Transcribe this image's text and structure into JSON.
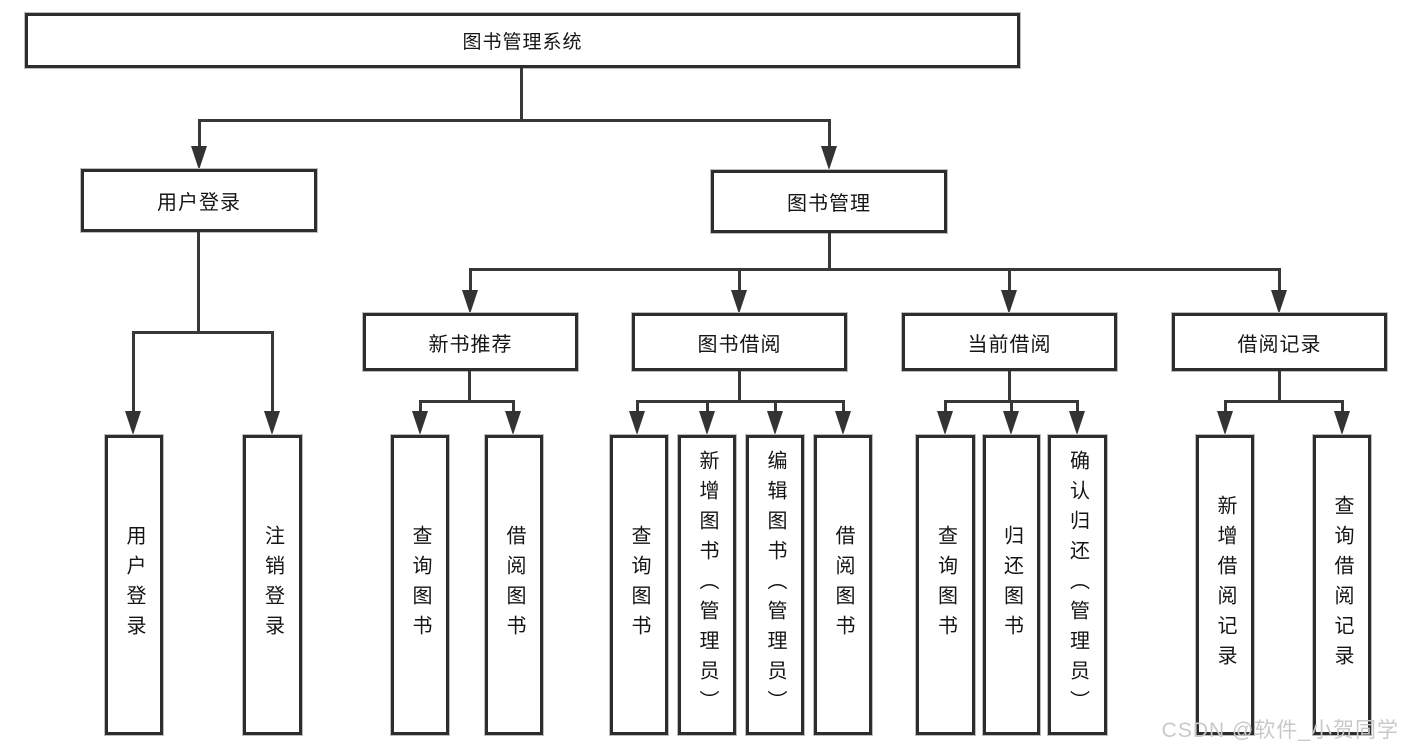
{
  "root": {
    "label": "图书管理系统"
  },
  "level2": {
    "user_login": {
      "label": "用户登录"
    },
    "book_mgmt": {
      "label": "图书管理"
    }
  },
  "level3": {
    "new_books": {
      "label": "新书推荐"
    },
    "borrowing": {
      "label": "图书借阅"
    },
    "current": {
      "label": "当前借阅"
    },
    "records": {
      "label": "借阅记录"
    }
  },
  "leaves": {
    "user_login_login": {
      "label": "用户登录"
    },
    "user_login_logout": {
      "label": "注销登录"
    },
    "new_books_query": {
      "label": "查询图书"
    },
    "new_books_borrow": {
      "label": "借阅图书"
    },
    "borrowing_query": {
      "label": "查询图书"
    },
    "borrowing_add": {
      "label": "新增图书（管理员）"
    },
    "borrowing_edit": {
      "label": "编辑图书（管理员）"
    },
    "borrowing_borrow": {
      "label": "借阅图书"
    },
    "current_query": {
      "label": "查询图书"
    },
    "current_return": {
      "label": "归还图书"
    },
    "current_confirm": {
      "label": "确认归还（管理员）"
    },
    "records_add": {
      "label": "新增借阅记录"
    },
    "records_query": {
      "label": "查询借阅记录"
    }
  },
  "watermark": {
    "text": "CSDN @软件_小贺同学"
  },
  "colors": {
    "border": "#2d2d2d",
    "line": "#383838",
    "text": "#151515",
    "watermark": "#c9c9c9",
    "background": "#ffffff"
  }
}
